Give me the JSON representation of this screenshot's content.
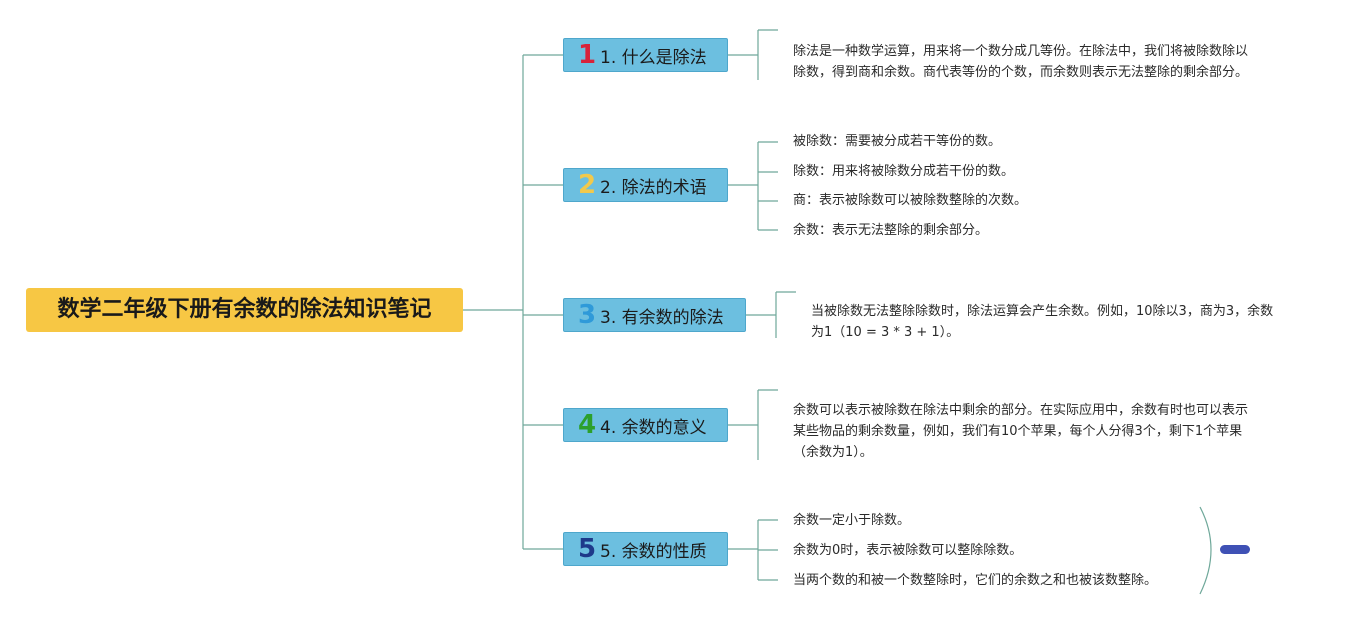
{
  "root": {
    "title": "数学二年级下册有余数的除法知识笔记"
  },
  "colors": {
    "root_fill": "#f7c744",
    "topic_fill": "#6cbfe0",
    "connector": "#6fa89a",
    "num1": "#d8233a",
    "num2": "#f2c94c",
    "num3": "#2f9ad9",
    "num4": "#2ca02c",
    "num5": "#1e3a8a"
  },
  "topics": [
    {
      "number": "1",
      "label": "1. 什么是除法",
      "lines": [
        "除法是一种数学运算，用来将一个数分成几等份。在除法中，我们将被除数除以",
        "除数，得到商和余数。商代表等份的个数，而余数则表示无法整除的剩余部分。"
      ]
    },
    {
      "number": "2",
      "label": "2. 除法的术语",
      "items": [
        "被除数：需要被分成若干等份的数。",
        "除数：用来将被除数分成若干份的数。",
        "商：表示被除数可以被除数整除的次数。",
        "余数：表示无法整除的剩余部分。"
      ]
    },
    {
      "number": "3",
      "label": "3. 有余数的除法",
      "lines": [
        "当被除数无法整除除数时，除法运算会产生余数。例如，10除以3，商为3，余数",
        "为1（10 = 3 * 3 + 1）。"
      ]
    },
    {
      "number": "4",
      "label": "4. 余数的意义",
      "lines": [
        "余数可以表示被除数在除法中剩余的部分。在实际应用中，余数有时也可以表示",
        "某些物品的剩余数量，例如，我们有10个苹果，每个人分得3个，剩下1个苹果",
        "（余数为1）。"
      ]
    },
    {
      "number": "5",
      "label": "5. 余数的性质",
      "items": [
        "余数一定小于除数。",
        "余数为0时，表示被除数可以整除除数。",
        "当两个数的和被一个数整除时，它们的余数之和也被该数整除。"
      ]
    }
  ]
}
